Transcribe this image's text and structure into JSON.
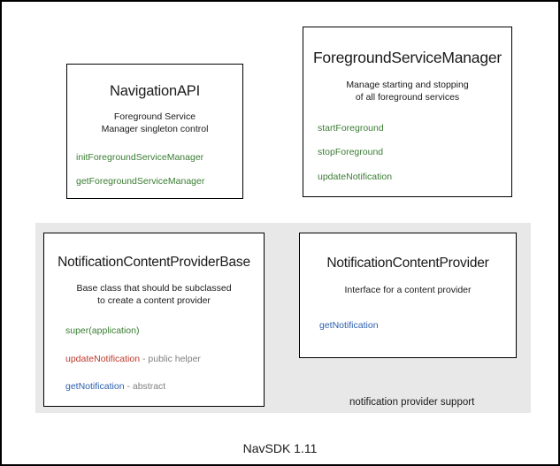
{
  "diagram": {
    "footer": "NavSDK 1.11",
    "group_label": "notification provider support",
    "colors": {
      "member_green": "#3a7d33",
      "member_red": "#c0392b",
      "member_blue": "#2b5fad",
      "member_note_gray": "#7f7f7f",
      "panel_gray": "#e8e8e8",
      "border_black": "#000000"
    },
    "boxes": {
      "navigation_api": {
        "title": "NavigationAPI",
        "desc_line1": "Foreground Service",
        "desc_line2": "Manager singleton control",
        "members": [
          {
            "name": "initForegroundServiceManager",
            "note": ""
          },
          {
            "name": "getForegroundServiceManager",
            "note": ""
          }
        ]
      },
      "foreground_service_manager": {
        "title": "ForegroundServiceManager",
        "desc_line1": "Manage starting and stopping",
        "desc_line2": "of all foreground services",
        "members": [
          {
            "name": "startForeground",
            "note": ""
          },
          {
            "name": "stopForeground",
            "note": ""
          },
          {
            "name": "updateNotification",
            "note": ""
          }
        ]
      },
      "notification_content_provider_base": {
        "title": "NotificationContentProviderBase",
        "desc_line1": "Base class that should be subclassed",
        "desc_line2": "to create a content provider",
        "members": [
          {
            "name": "super(application)",
            "note": ""
          },
          {
            "name": "updateNotification",
            "note": " - public helper"
          },
          {
            "name": "getNotification",
            "note": " - abstract"
          }
        ]
      },
      "notification_content_provider": {
        "title": "NotificationContentProvider",
        "desc_line1": "Interface for a content provider",
        "desc_line2": "",
        "members": [
          {
            "name": "getNotification",
            "note": ""
          }
        ]
      }
    }
  }
}
